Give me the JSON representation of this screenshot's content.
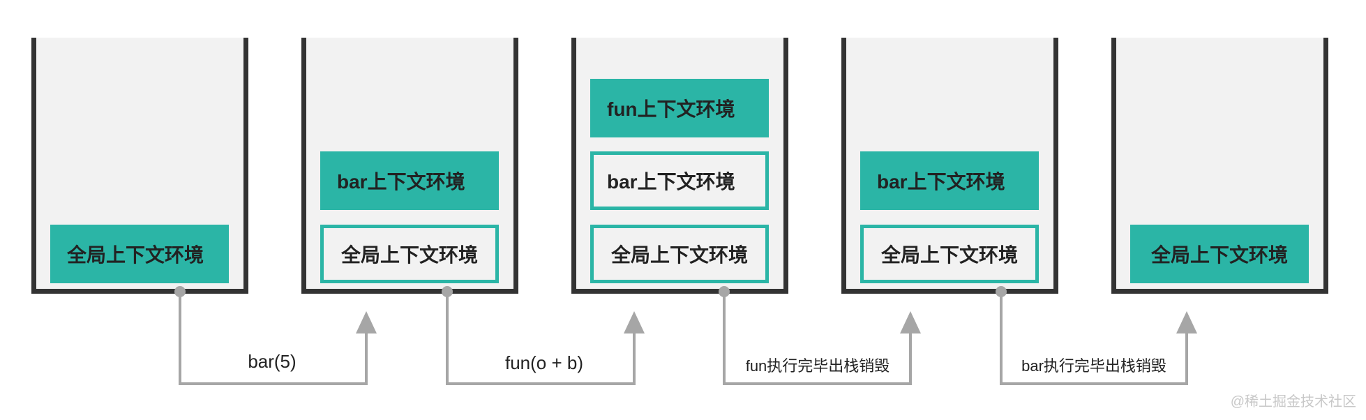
{
  "stacks": [
    {
      "boxes": [
        {
          "text": "全局上下文环境",
          "style": "filled"
        }
      ]
    },
    {
      "boxes": [
        {
          "text": "bar上下文环境",
          "style": "filled"
        },
        {
          "text": "全局上下文环境",
          "style": "outline"
        }
      ]
    },
    {
      "boxes": [
        {
          "text": "fun上下文环境",
          "style": "filled"
        },
        {
          "text": "bar上下文环境",
          "style": "outline"
        },
        {
          "text": "全局上下文环境",
          "style": "outline"
        }
      ]
    },
    {
      "boxes": [
        {
          "text": "bar上下文环境",
          "style": "filled"
        },
        {
          "text": "全局上下文环境",
          "style": "outline"
        }
      ]
    },
    {
      "boxes": [
        {
          "text": "全局上下文环境",
          "style": "filled"
        }
      ]
    }
  ],
  "transitions": [
    {
      "label": "bar(5)"
    },
    {
      "label": "fun(o + b)"
    },
    {
      "label": "fun执行完毕出栈销毁"
    },
    {
      "label": "bar执行完毕出栈销毁"
    }
  ],
  "watermark": "@稀土掘金技术社区",
  "colors": {
    "accent": "#2bb5a6",
    "stack_bg": "#f2f2f2",
    "stack_border": "#333333",
    "arrow": "#a6a6a6"
  }
}
